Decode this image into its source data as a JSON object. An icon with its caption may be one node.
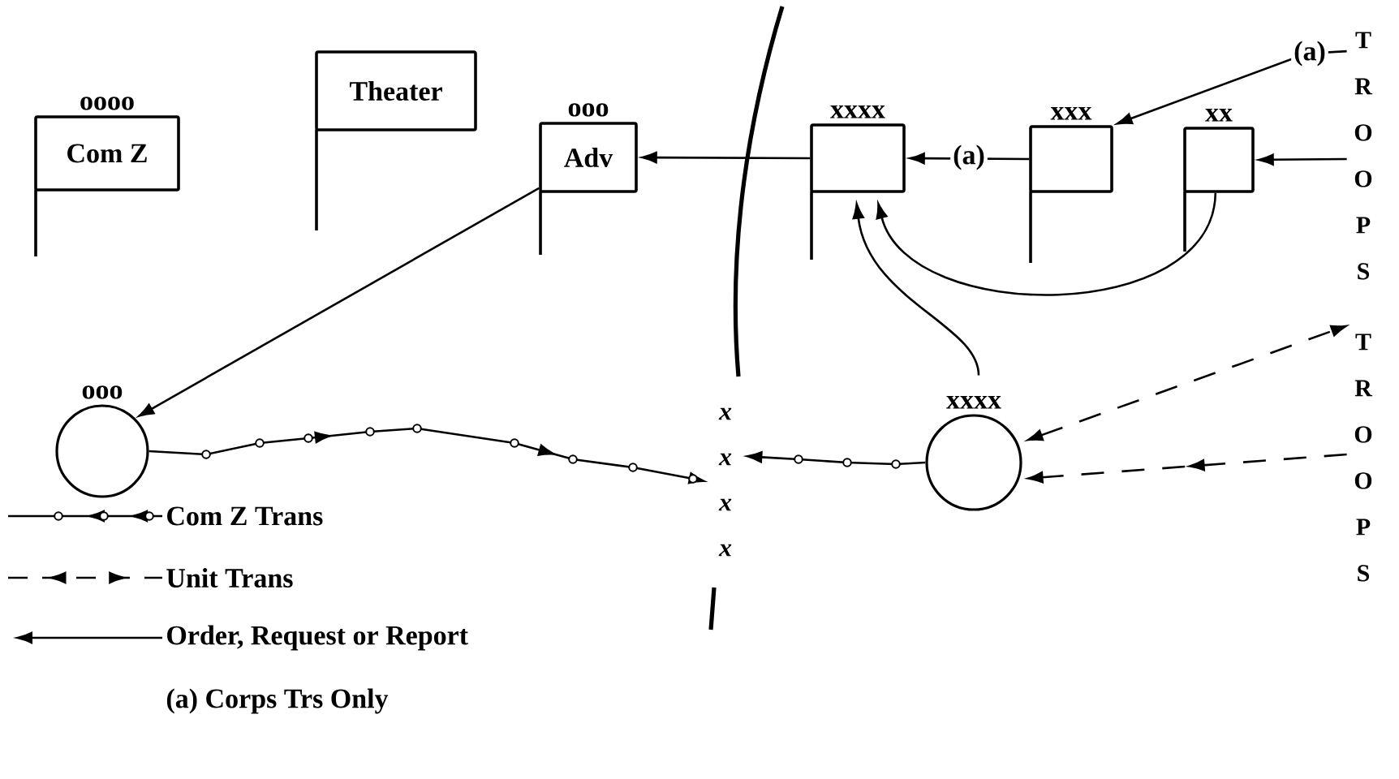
{
  "diagram": {
    "nodes": [
      {
        "text": [
          "oooo",
          "Com Z"
        ]
      },
      {
        "text": [
          "Theater"
        ]
      },
      {
        "text": [
          "ooo",
          "Adv"
        ]
      },
      {
        "text": [
          "xxxx"
        ]
      },
      {
        "text": [
          "xxx"
        ]
      },
      {
        "text": [
          "xx"
        ]
      },
      {
        "text": [
          "T R O O P S"
        ]
      },
      {
        "text": [
          "ooo"
        ]
      },
      {
        "text": [
          "xxxx"
        ]
      },
      {
        "text": [
          "T R O O P S"
        ]
      },
      {
        "text": [
          "x x x x"
        ]
      }
    ],
    "edges": [
      {
        "from": 3,
        "to": 2,
        "arrow": "to"
      },
      {
        "from": 4,
        "to": 3,
        "arrow": "to",
        "label": "(a)"
      },
      {
        "from": 6,
        "to": 4,
        "arrow": "to",
        "label": "(a)"
      },
      {
        "from": 6,
        "to": 5,
        "arrow": "to"
      },
      {
        "from": 5,
        "to": 3,
        "arrow": "to"
      },
      {
        "from": 8,
        "to": 3,
        "arrow": "to"
      },
      {
        "from": 2,
        "to": 7,
        "arrow": "to"
      },
      {
        "from": 7,
        "to": 10,
        "arrow": "to"
      },
      {
        "from": 8,
        "to": 10,
        "arrow": "to"
      },
      {
        "from": 8,
        "to": 9,
        "arrow": "both",
        "style": "dashed"
      },
      {
        "from": 9,
        "to": 8,
        "arrow": "to",
        "style": "dashed"
      }
    ],
    "labels": [
      "(a) Corps Trs Only"
    ],
    "legend": [
      {
        "text": "Com Z Trans"
      },
      {
        "text": "Unit Trans"
      },
      {
        "text": "Order, Request or Report"
      }
    ]
  }
}
